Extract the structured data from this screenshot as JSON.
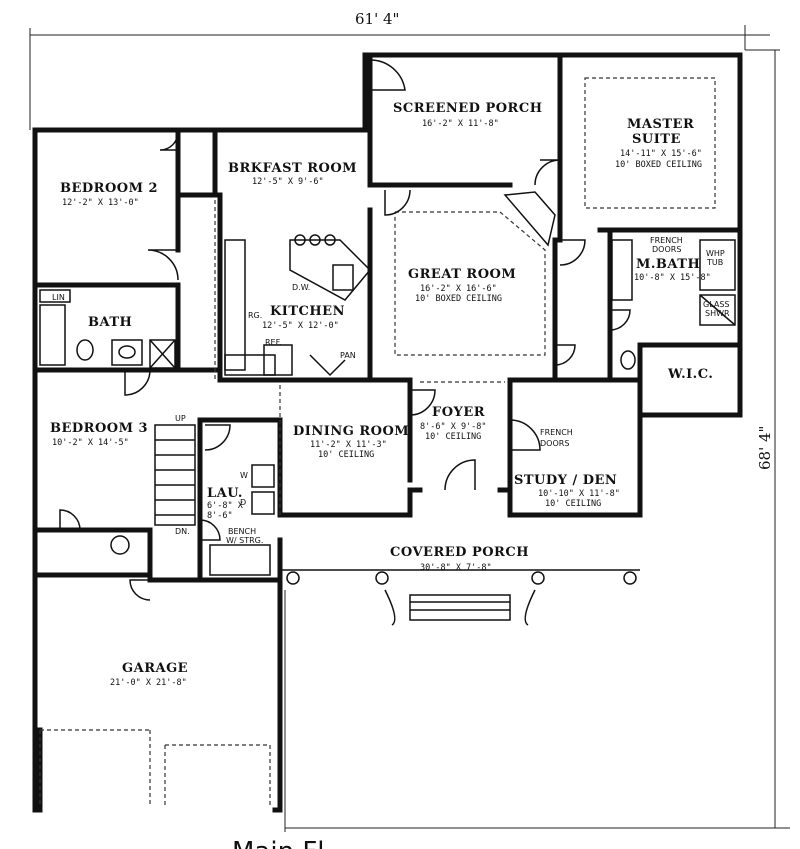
{
  "dimensions": {
    "width": "61' 4\"",
    "depth": "68' 4\""
  },
  "rooms": {
    "screened_porch": {
      "name": "SCREENED PORCH",
      "size": "16'-2\" X 11'-8\""
    },
    "master_suite": {
      "name1": "MASTER",
      "name2": "SUITE",
      "size": "14'-11\" X 15'-6\"",
      "ceiling": "10' BOXED CEILING"
    },
    "bedroom2": {
      "name": "BEDROOM 2",
      "size": "12'-2\" X 13'-0\""
    },
    "brkfast": {
      "name": "BRKFAST ROOM",
      "size": "12'-5\" X 9'-6\""
    },
    "great_room": {
      "name": "GREAT ROOM",
      "size": "16'-2\" X 16'-6\"",
      "ceiling": "10' BOXED CEILING"
    },
    "kitchen": {
      "name": "KITCHEN",
      "size": "12'-5\" X 12'-0\""
    },
    "bath": {
      "name": "BATH"
    },
    "mbath": {
      "name": "M.BATH",
      "size": "10'-8\" X 15'-8\""
    },
    "wic": {
      "name": "W.I.C."
    },
    "bedroom3": {
      "name": "BEDROOM 3",
      "size": "10'-2\" X 14'-5\""
    },
    "dining": {
      "name": "DINING ROOM",
      "size": "11'-2\" X 11'-3\"",
      "ceiling": "10' CEILING"
    },
    "foyer": {
      "name": "FOYER",
      "size": "8'-6\" X 9'-8\"",
      "ceiling": "10' CEILING"
    },
    "study": {
      "name": "STUDY / DEN",
      "size": "10'-10\" X 11'-8\"",
      "ceiling": "10' CEILING"
    },
    "lau": {
      "name": "LAU.",
      "size1": "6'-8\" X",
      "size2": "8'-6\""
    },
    "covered_porch": {
      "name": "COVERED PORCH",
      "size": "30'-8\" X 7'-8\""
    },
    "garage": {
      "name": "GARAGE",
      "size": "21'-0\" X 21'-8\""
    }
  },
  "labels": {
    "lin": "LIN",
    "dw": "D.W.",
    "rg": "RG.",
    "ref": "REF.",
    "pan": "PAN",
    "french_doors1": "FRENCH",
    "french_doors2": "DOORS",
    "whp1": "WHP",
    "whp2": "TUB",
    "glass1": "GLASS",
    "glass2": "SHWR",
    "up": "UP",
    "dn": "DN.",
    "bench1": "BENCH",
    "bench2": "W/ STRG.",
    "w": "W",
    "d": "D"
  },
  "footer_text": "Main Fl"
}
